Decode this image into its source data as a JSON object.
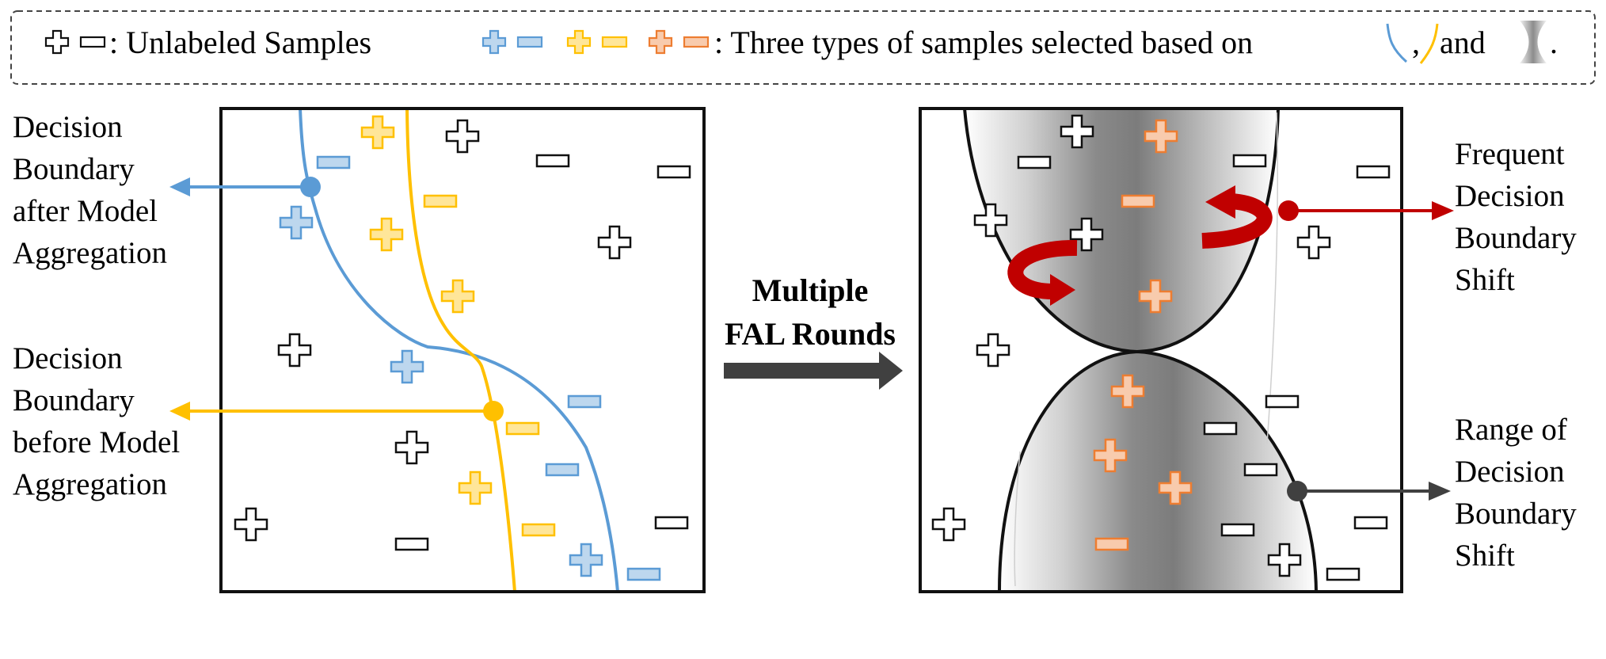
{
  "legend": {
    "unlabeled_text": ": Unlabeled Samples",
    "types_text": ": Three types of samples selected based on",
    "comma": ",",
    "and_text": "and",
    "period": "."
  },
  "left_labels": {
    "after": [
      "Decision",
      "Boundary",
      "after Model",
      "Aggregation"
    ],
    "before": [
      "Decision",
      "Boundary",
      "before Model",
      "Aggregation"
    ]
  },
  "center_arrow": {
    "line1": "Multiple",
    "line2": "FAL Rounds"
  },
  "right_labels": {
    "frequent": [
      "Frequent",
      "Decision",
      "Boundary",
      "Shift"
    ],
    "range": [
      "Range of",
      "Decision",
      "Boundary",
      "Shift"
    ]
  },
  "colors": {
    "blue": "#5b9bd5",
    "blue_fill": "#bdd7ee",
    "yellow": "#ffc000",
    "yellow_fill": "#ffe699",
    "orange": "#ed7d31",
    "orange_fill": "#f8cbad",
    "red": "#c00000",
    "dark": "#404040"
  }
}
